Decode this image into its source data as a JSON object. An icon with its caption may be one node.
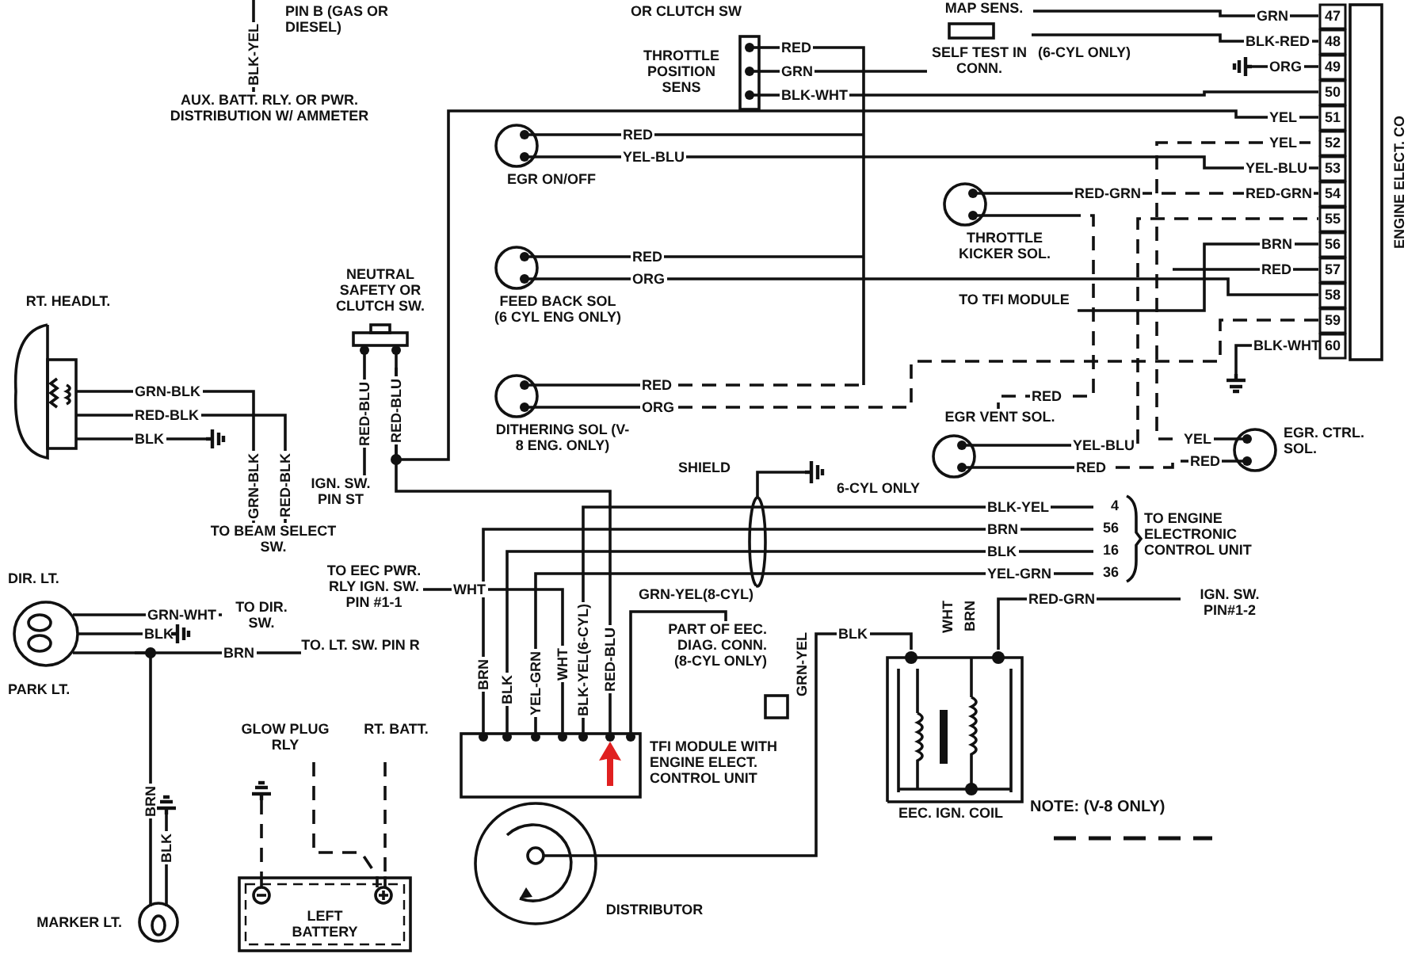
{
  "diagram": {
    "nodes": [
      {
        "text": [
          "AUX. BATT. RLY. OR PWR. DISTRIBUTION W/ AMMETER"
        ]
      },
      {
        "text": [
          "THROTTLE POSITION SENS"
        ]
      },
      {
        "text": [
          "MAP SENS."
        ]
      },
      {
        "text": [
          "SELF TEST IN CONN."
        ],
        "beside": [
          "(6-CYL ONLY)"
        ]
      },
      {
        "text": [
          "47",
          "48",
          "49",
          "50",
          "51",
          "52",
          "53",
          "54",
          "55",
          "56",
          "57",
          "58",
          "59",
          "60",
          "ENGINE ELECT. CO"
        ]
      },
      {
        "text": [
          "EGR ON/OFF"
        ]
      },
      {
        "text": [
          "FEED BACK SOL (6 CYL ENG ONLY)"
        ]
      },
      {
        "text": [
          "DITHERING SOL (V-8 ENG. ONLY)"
        ]
      },
      {
        "text": [
          "THROTTLE KICKER SOL."
        ]
      },
      {
        "text": [
          "TO TFI MODULE"
        ]
      },
      {
        "text": [
          "EGR VENT SOL."
        ]
      },
      {
        "text": [
          "EGR. CTRL. SOL."
        ]
      },
      {
        "text": [
          "NEUTRAL SAFETY OR CLUTCH SW."
        ]
      },
      {
        "text": [
          "IGN. SW. PIN ST"
        ]
      },
      {
        "text": [
          "RT. HEADLT."
        ]
      },
      {
        "text": [
          "TO BEAM SELECT SW."
        ]
      },
      {
        "text": [
          "DIR. LT.",
          "PARK LT."
        ]
      },
      {
        "text": [
          "TO DIR. SW."
        ]
      },
      {
        "text": [
          "TO. LT. SW. PIN R"
        ]
      },
      {
        "text": [
          "MARKER LT."
        ]
      },
      {
        "text": [
          "GLOW PLUG RLY"
        ]
      },
      {
        "text": [
          "RT. BATT."
        ]
      },
      {
        "text": [
          "LEFT BATTERY"
        ]
      },
      {
        "text": [
          "TO EEC PWR. RLY IGN. SW. PIN #1-1"
        ]
      },
      {
        "text": [
          "TFI MODULE WITH ENGINE ELECT. CONTROL UNIT"
        ]
      },
      {
        "text": [
          "DISTRIBUTOR"
        ]
      },
      {
        "text": [
          "PART OF EEC. DIAG. CONN. (8-CYL ONLY)"
        ]
      },
      {
        "text": [
          "EEC. IGN. COIL"
        ]
      },
      {
        "text": [
          "4",
          "56",
          "16",
          "36",
          "TO ENGINE ELECTRONIC CONTROL UNIT"
        ]
      },
      {
        "text": [
          "IGN. SW. PIN#1-2"
        ]
      },
      {
        "text": [],
        "shape": "ground"
      },
      {
        "text": [],
        "shape": "ground"
      },
      {
        "text": [],
        "shape": "ground"
      },
      {
        "text": [],
        "shape": "ground"
      },
      {
        "text": [],
        "shape": "ground"
      },
      {
        "text": [],
        "shape": "ground"
      }
    ],
    "edges": [
      {
        "from": null,
        "to": 0,
        "arrow": "none",
        "label": "BLK-YEL"
      },
      {
        "from": 1,
        "to": null,
        "arrow": "none",
        "label": "RED"
      },
      {
        "from": 1,
        "to": 3,
        "arrow": "none",
        "label": "GRN"
      },
      {
        "from": 1,
        "to": 4,
        "arrow": "none",
        "label": "BLK-WHT"
      },
      {
        "from": 2,
        "to": 4,
        "arrow": "none",
        "label": "GRN"
      },
      {
        "from": 3,
        "to": 4,
        "arrow": "none",
        "label": "BLK-RED"
      },
      {
        "from": 30,
        "to": 4,
        "arrow": "none",
        "label": "ORG"
      },
      {
        "from": 12,
        "to": 4,
        "arrow": "none",
        "label": "YEL"
      },
      {
        "from": 11,
        "to": 4,
        "arrow": "none",
        "label": "YEL",
        "style": "dashed"
      },
      {
        "from": 5,
        "to": 4,
        "arrow": "none",
        "label": "YEL-BLU"
      },
      {
        "from": 5,
        "to": null,
        "arrow": "none",
        "label": "RED"
      },
      {
        "from": 8,
        "to": 4,
        "arrow": "none",
        "label": "RED-GRN",
        "style": "dashed"
      },
      {
        "from": 8,
        "to": 10,
        "arrow": "none",
        "label": "RED",
        "style": "dashed"
      },
      {
        "from": 6,
        "to": 4,
        "arrow": "none",
        "label": "ORG"
      },
      {
        "from": 6,
        "to": null,
        "arrow": "none",
        "label": "RED"
      },
      {
        "from": 7,
        "to": 4,
        "arrow": "none",
        "label": "ORG",
        "style": "dashed"
      },
      {
        "from": 7,
        "to": null,
        "arrow": "none",
        "label": "RED",
        "style": "dashed"
      },
      {
        "from": 9,
        "to": 4,
        "arrow": "none",
        "label": "BRN"
      },
      {
        "from": null,
        "to": 4,
        "arrow": "none",
        "label": "RED"
      },
      {
        "from": 31,
        "to": 4,
        "arrow": "none",
        "label": "BLK-WHT"
      },
      {
        "from": 10,
        "to": 11,
        "arrow": "none",
        "label": "RED",
        "style": "dashed"
      },
      {
        "from": 10,
        "to": 4,
        "arrow": "none",
        "label": "YEL-BLU",
        "style": "dashed"
      },
      {
        "from": 14,
        "to": 15,
        "arrow": "none",
        "label": "GRN-BLK"
      },
      {
        "from": 14,
        "to": 15,
        "arrow": "none",
        "label": "RED-BLK"
      },
      {
        "from": 14,
        "to": 32,
        "arrow": "none",
        "label": "BLK"
      },
      {
        "from": 12,
        "to": 13,
        "arrow": "none",
        "label": "RED-BLU"
      },
      {
        "from": 12,
        "to": 24,
        "arrow": "none",
        "label": "RED-BLU"
      },
      {
        "from": 16,
        "to": 17,
        "arrow": "none",
        "label": "GRN-WHT"
      },
      {
        "from": 16,
        "to": 33,
        "arrow": "none",
        "label": "BLK"
      },
      {
        "from": 16,
        "to": 18,
        "arrow": "none",
        "label": "BRN"
      },
      {
        "from": 16,
        "to": 19,
        "arrow": "none",
        "label": "BRN"
      },
      {
        "from": 19,
        "to": 34,
        "arrow": "none",
        "label": "BLK"
      },
      {
        "from": 20,
        "to": 22,
        "arrow": "none",
        "style": "dashed"
      },
      {
        "from": 21,
        "to": 22,
        "arrow": "none",
        "style": "dashed"
      },
      {
        "from": 35,
        "to": 22,
        "arrow": "none",
        "style": "dashed"
      },
      {
        "from": 23,
        "to": 24,
        "arrow": "none",
        "label": "WHT"
      },
      {
        "from": 24,
        "to": 28,
        "arrow": "none",
        "label": "BLK-YEL(6-CYL)"
      },
      {
        "from": 24,
        "to": 28,
        "arrow": "none",
        "label": "BRN"
      },
      {
        "from": 24,
        "to": 28,
        "arrow": "none",
        "label": "BLK"
      },
      {
        "from": 24,
        "to": 28,
        "arrow": "none",
        "label": "YEL-GRN"
      },
      {
        "from": 24,
        "to": 26,
        "arrow": "none",
        "label": "GRN-YEL(8-CYL)"
      },
      {
        "from": 25,
        "to": 27,
        "arrow": "none",
        "label": "BLK"
      },
      {
        "from": 27,
        "to": 29,
        "arrow": "none",
        "label": "RED-GRN"
      }
    ],
    "labels": [
      "PIN B (GAS OR DIESEL)",
      "OR CLUTCH SW",
      "YEL",
      "YEL-BLU",
      "RED-GRN",
      "GRN-BLK",
      "RED-BLK",
      "RED-BLU",
      "SHIELD",
      "6-CYL ONLY",
      "RED",
      "BLK-YEL",
      "BRN",
      "BLK",
      "YEL-GRN",
      "WHT",
      "GRN-YEL",
      "WHT",
      "BRN"
    ],
    "legend": [
      {
        "text": "NOTE: (V-8 ONLY)"
      }
    ]
  }
}
